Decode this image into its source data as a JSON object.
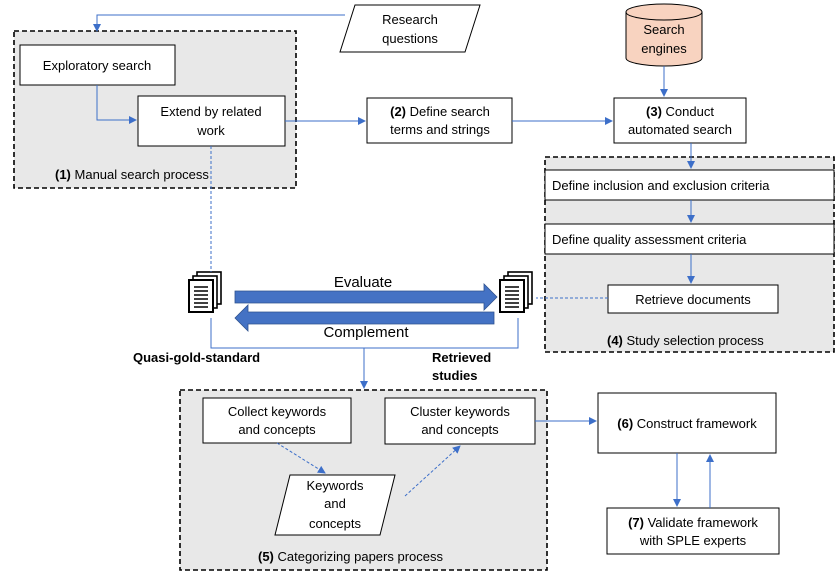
{
  "inputs": {
    "research_questions": [
      "Research",
      "questions"
    ],
    "search_engines": [
      "Search",
      "engines"
    ]
  },
  "manual_search": {
    "exploratory_search": "Exploratory search",
    "extend_related": [
      "Extend by related",
      "work"
    ],
    "group_number": "(1)",
    "group_label": "Manual search process"
  },
  "define_terms": {
    "number": "(2)",
    "lines": [
      "Define search",
      "terms and strings"
    ]
  },
  "conduct_search": {
    "number": "(3)",
    "lines": [
      "Conduct",
      "automated search"
    ]
  },
  "study_selection": {
    "inclusion": "Define inclusion and exclusion criteria",
    "quality": "Define quality assessment criteria",
    "retrieve": "Retrieve documents",
    "group_number": "(4)",
    "group_label": "Study selection process"
  },
  "middle": {
    "evaluate": "Evaluate",
    "complement": "Complement",
    "quasi_gold": "Quasi-gold-standard",
    "retrieved_studies": [
      "Retrieved",
      "studies"
    ]
  },
  "categorizing": {
    "collect": [
      "Collect keywords",
      "and concepts"
    ],
    "keywords_concepts": [
      "Keywords",
      "and",
      "concepts"
    ],
    "cluster": [
      "Cluster keywords",
      "and concepts"
    ],
    "group_number": "(5)",
    "group_label": "Categorizing papers process"
  },
  "construct": {
    "number": "(6)",
    "label": "Construct framework"
  },
  "validate": {
    "number": "(7)",
    "lines": [
      "Validate framework",
      "with SPLE experts"
    ]
  },
  "colors": {
    "arrow": "#3d6fc9",
    "db_fill": "#f8d3c0",
    "group_fill": "#e8e8e8",
    "block_arrow": "#4472c4"
  }
}
